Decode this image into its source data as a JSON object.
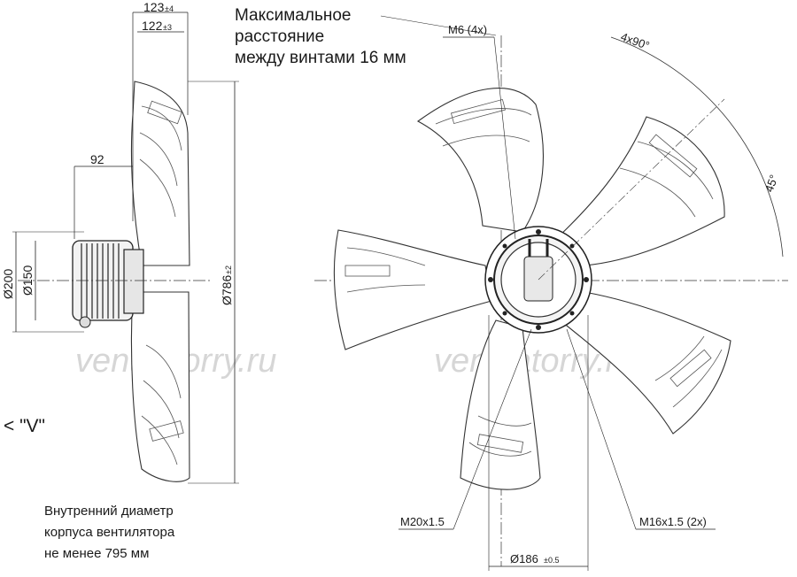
{
  "notes": {
    "max_distance": [
      "Максимальное",
      "расстояние",
      "между винтами 16 мм"
    ],
    "inner_diameter": [
      "Внутренний диаметр",
      "корпуса вентилятора",
      "не менее 795 мм"
    ],
    "view": "< \"V\""
  },
  "dimensions": {
    "d123": "123",
    "d123_tol": "±4",
    "d122": "122",
    "d122_tol": "±3",
    "d92": "92",
    "d200": "Ø200",
    "d150": "Ø150",
    "d786": "Ø786",
    "d786_tol": "±2",
    "d186": "Ø186",
    "d186_tol": "±0.5",
    "angle_4x90": "4x90°",
    "angle_45": "45°"
  },
  "callouts": {
    "m6": "M6 (4x)",
    "m20": "M20x1.5",
    "m16": "M16x1.5 (2x)"
  },
  "watermark": "ventilatorry.ru"
}
